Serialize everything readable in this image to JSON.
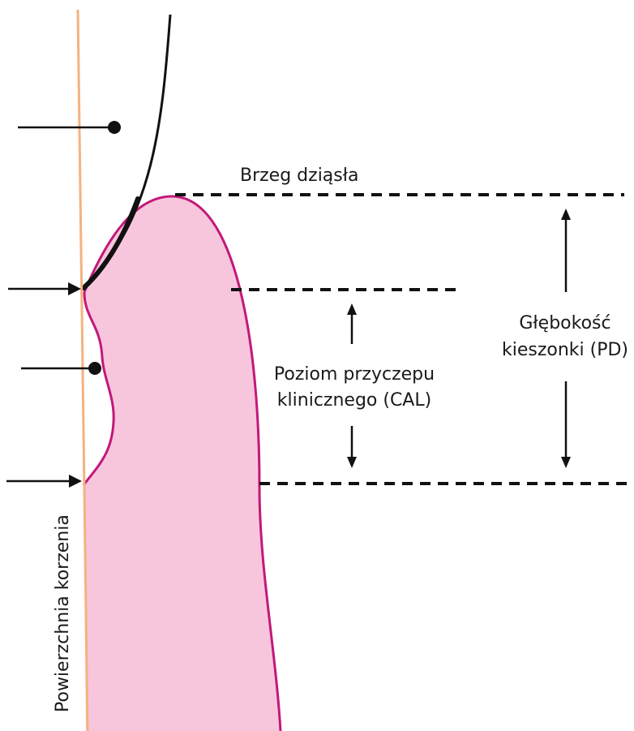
{
  "labels": {
    "gingival_margin": "Brzeg dziąsła",
    "cal_line1": "Poziom przyczepu",
    "cal_line2": "klinicznego (CAL)",
    "pd_line1": "Głębokość",
    "pd_line2": "kieszonki (PD)",
    "root_surface": "Powierzchnia korzenia"
  },
  "colors": {
    "root_line": "#f5b27f",
    "gingiva_fill": "#f7c6dc",
    "gingiva_outline": "#c2187a",
    "ink": "#111111"
  }
}
